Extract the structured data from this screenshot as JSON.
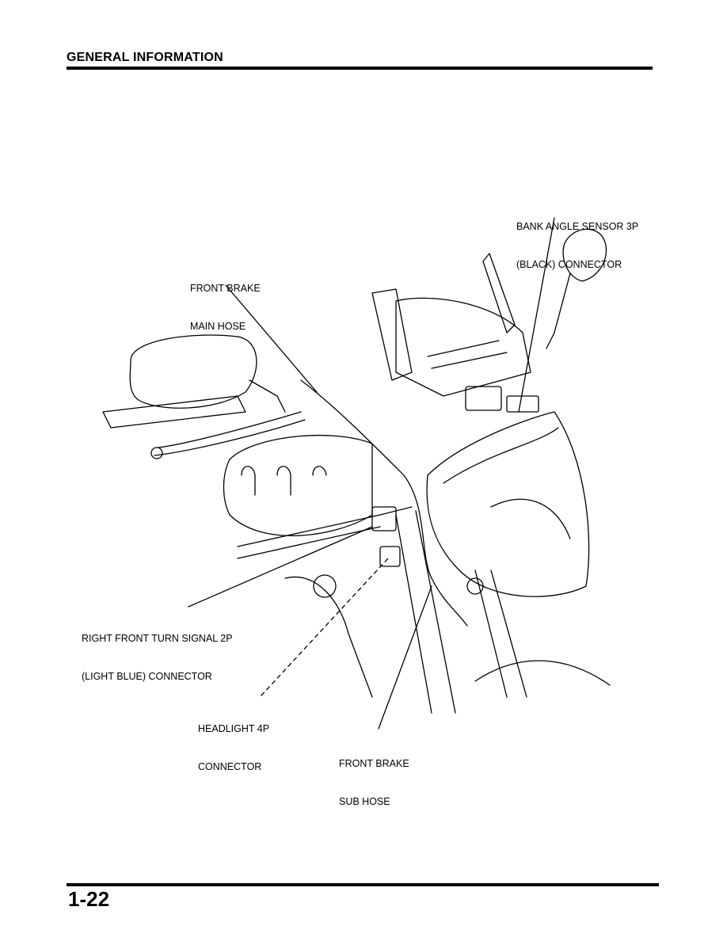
{
  "header": {
    "title": "GENERAL INFORMATION"
  },
  "footer": {
    "page_number": "1-22"
  },
  "callouts": {
    "bank_angle": {
      "line1": "BANK ANGLE SENSOR 3P",
      "line2": "(BLACK) CONNECTOR"
    },
    "main_hose": {
      "line1": "FRONT BRAKE",
      "line2": "MAIN HOSE"
    },
    "turn_signal": {
      "line1": "RIGHT FRONT TURN SIGNAL 2P",
      "line2": "(LIGHT BLUE) CONNECTOR"
    },
    "headlight": {
      "line1": "HEADLIGHT 4P",
      "line2": "CONNECTOR"
    },
    "sub_hose": {
      "line1": "FRONT BRAKE",
      "line2": "SUB HOSE"
    }
  }
}
